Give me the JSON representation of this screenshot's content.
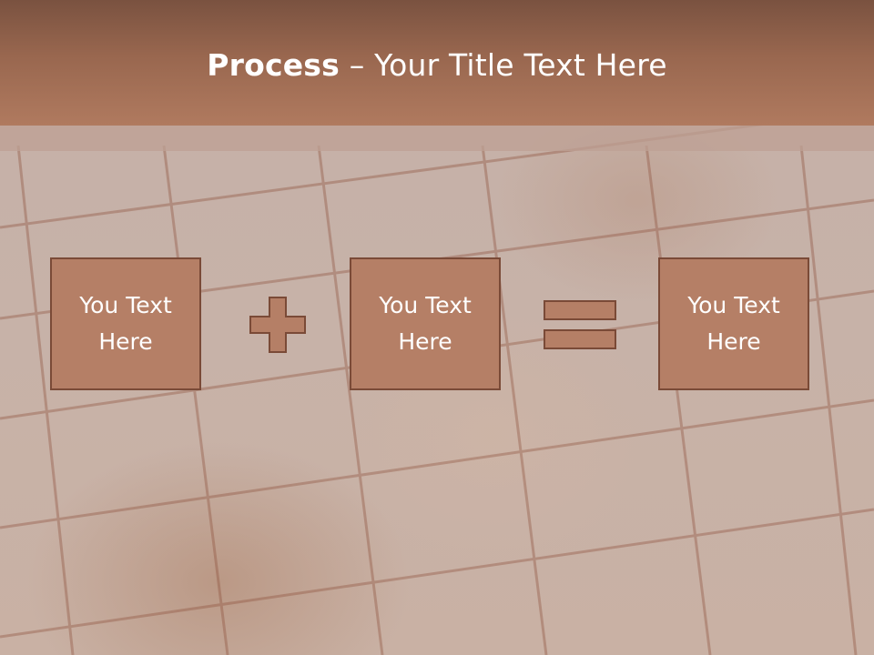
{
  "slide": {
    "title_bold": "Process",
    "title_separator": " – ",
    "title_rest": "Your Title Text Here",
    "boxes": [
      {
        "text": "You Text Here"
      },
      {
        "text": "You Text Here"
      },
      {
        "text": "You Text Here"
      }
    ],
    "operators": [
      "plus-icon",
      "equals-icon"
    ]
  },
  "colors": {
    "header": "#9a6750",
    "box_fill": "#b57f66",
    "box_border": "#7a4a37",
    "text": "#ffffff"
  }
}
